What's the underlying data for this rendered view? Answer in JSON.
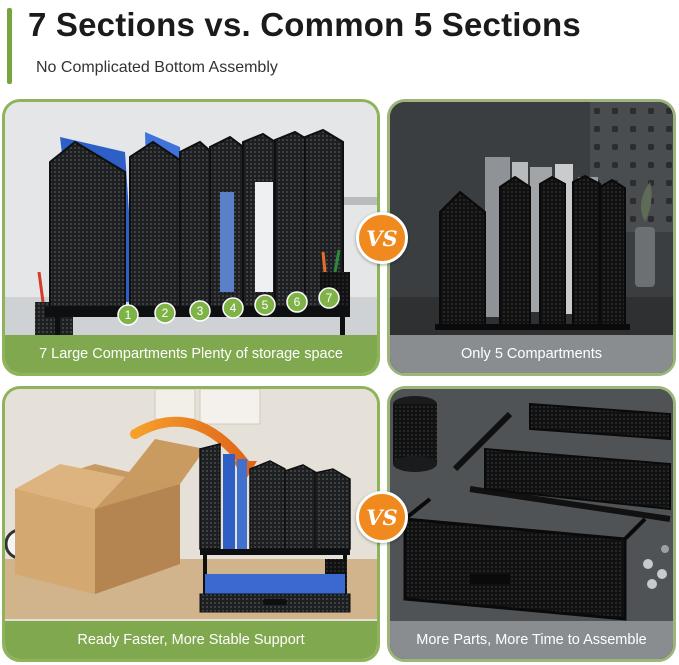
{
  "header": {
    "title": "7 Sections vs. Common 5 Sections",
    "subtitle": "No Complicated Bottom Assembly"
  },
  "panels": [
    {
      "caption": "7 Large Compartments Plenty of storage space",
      "numbers": [
        "1",
        "2",
        "3",
        "4",
        "5",
        "6",
        "7"
      ]
    },
    {
      "caption": "Only 5 Compartments"
    },
    {
      "caption": "Ready Faster, More Stable Support"
    },
    {
      "caption": "More Parts, More Time to Assemble"
    }
  ],
  "badges": {
    "vs_top": "VS",
    "vs_bottom": "VS"
  },
  "colors": {
    "accent_green": "#80a94f",
    "panel_border": "#8eb35a",
    "vs_orange": "#f08a1e",
    "caption_gray": "#8a8d90"
  }
}
